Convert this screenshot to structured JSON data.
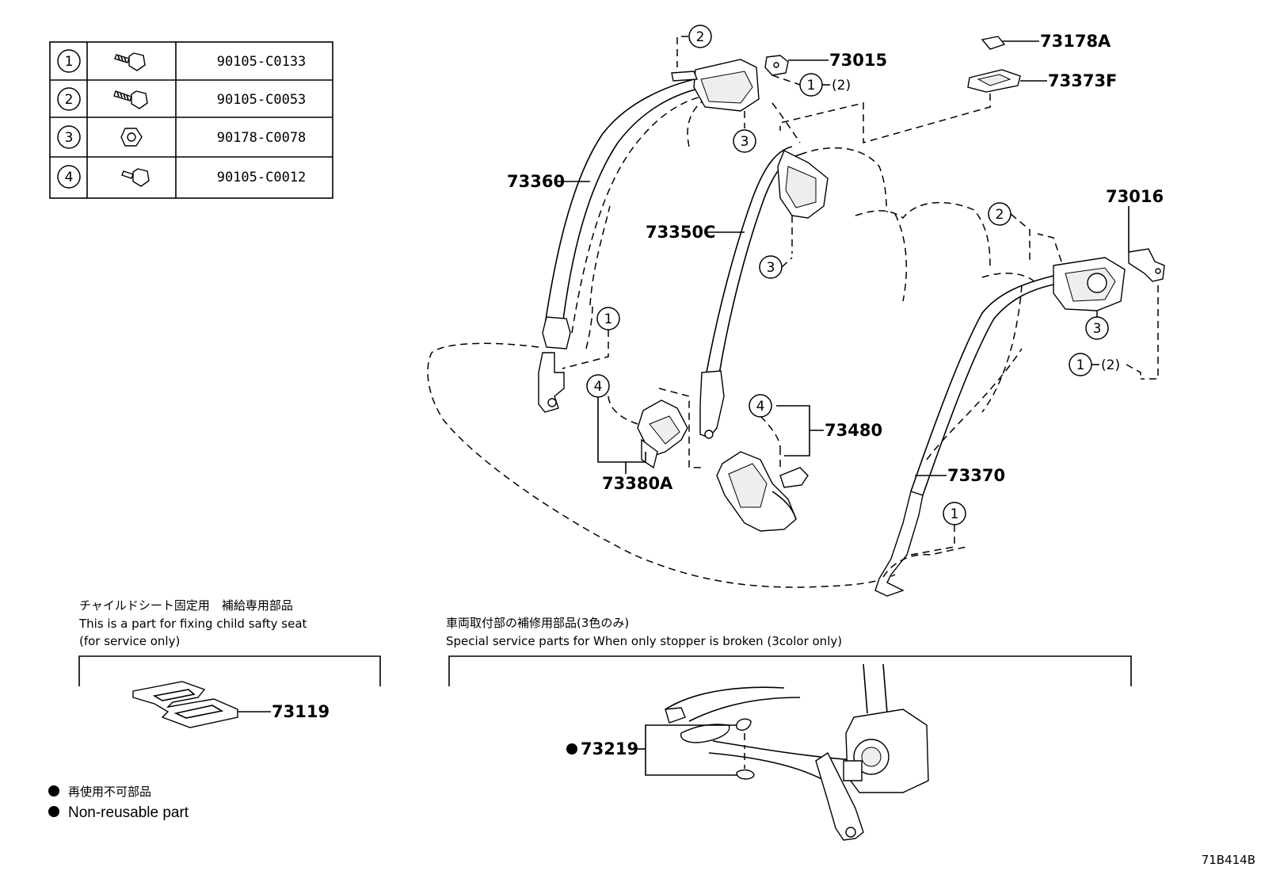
{
  "fastener_table": [
    {
      "ref": "1",
      "part_no": "90105-C0133"
    },
    {
      "ref": "2",
      "part_no": "90105-C0053"
    },
    {
      "ref": "3",
      "part_no": "90178-C0078"
    },
    {
      "ref": "4",
      "part_no": "90105-C0012"
    }
  ],
  "parts": {
    "p73015": "73015",
    "p73178A": "73178A",
    "p73373F": "73373F",
    "p73360": "73360",
    "p73350C": "73350C",
    "p73016": "73016",
    "p73480": "73480",
    "p73380A": "73380A",
    "p73370": "73370",
    "p73119": "73119",
    "p73219": "73219"
  },
  "callouts": {
    "c1": "1",
    "c2": "2",
    "c3": "3",
    "c4": "4",
    "alt2": "(2)"
  },
  "notes": {
    "child_seat_jp": "チャイルドシート固定用　補給専用部品",
    "child_seat_en": "This is a part for fixing child safty seat",
    "child_seat_en2": "(for service only)",
    "stopper_jp": "車両取付部の補修用部品(3色のみ)",
    "stopper_en": "Special service parts for When only stopper is broken (3color only)"
  },
  "legend": {
    "jp": "再使用不可部品",
    "en": "Non-reusable part"
  },
  "figure_id": "71B414B"
}
